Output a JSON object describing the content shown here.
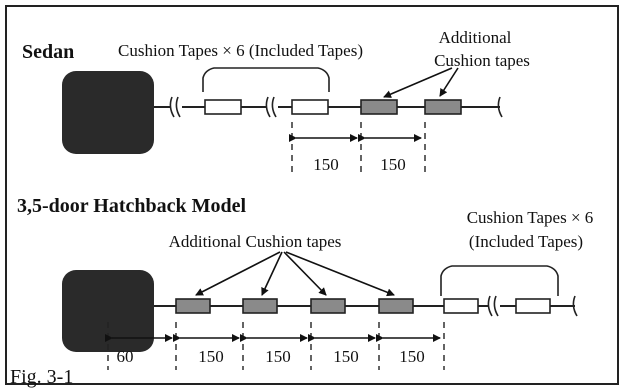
{
  "colors": {
    "frame": "#222222",
    "line": "#222222",
    "body_fill": "#2a2a2a",
    "included_tape_fill": "#ffffff",
    "additional_tape_fill": "#8a8a8a",
    "text": "#111111"
  },
  "sedan": {
    "title": "Sedan",
    "included_label": "Cushion Tapes × 6 (Included Tapes)",
    "additional_label_line1": "Additional",
    "additional_label_line2": "Cushion tapes",
    "dimensions": [
      "150",
      "150"
    ]
  },
  "hatchback": {
    "title": "3,5-door Hatchback Model",
    "additional_label": "Additional Cushion tapes",
    "included_label_line1": "Cushion Tapes × 6",
    "included_label_line2": "(Included Tapes)",
    "dimensions": [
      "60",
      "150",
      "150",
      "150",
      "150"
    ]
  },
  "figure_caption": "Fig. 3-1"
}
